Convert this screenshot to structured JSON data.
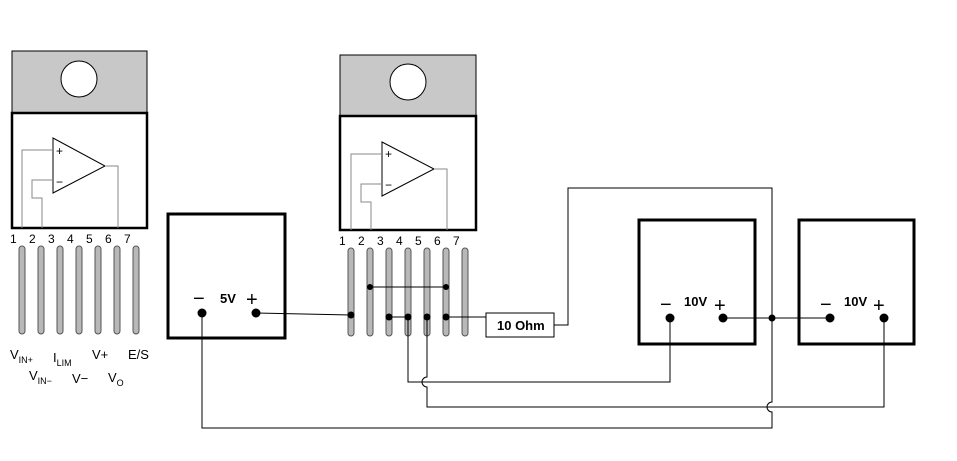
{
  "pin_numbers": [
    "1",
    "2",
    "3",
    "4",
    "5",
    "6",
    "7"
  ],
  "pin_labels": {
    "vin_plus": {
      "main": "V",
      "sub": "IN+"
    },
    "vin_minus": {
      "main": "V",
      "sub": "IN−"
    },
    "ilim": {
      "main": "I",
      "sub": "LIM"
    },
    "v_minus": "V−",
    "v_plus": "V+",
    "vo": {
      "main": "V",
      "sub": "O"
    },
    "es": "E/S"
  },
  "opamp": {
    "plus": "+",
    "minus": "−"
  },
  "supply_5v": {
    "label": "5V",
    "minus": "−",
    "plus": "+"
  },
  "supply_10v_a": {
    "label": "10V",
    "minus": "−",
    "plus": "+"
  },
  "supply_10v_b": {
    "label": "10V",
    "minus": "−",
    "plus": "+"
  },
  "resistor": {
    "label": "10 Ohm"
  }
}
